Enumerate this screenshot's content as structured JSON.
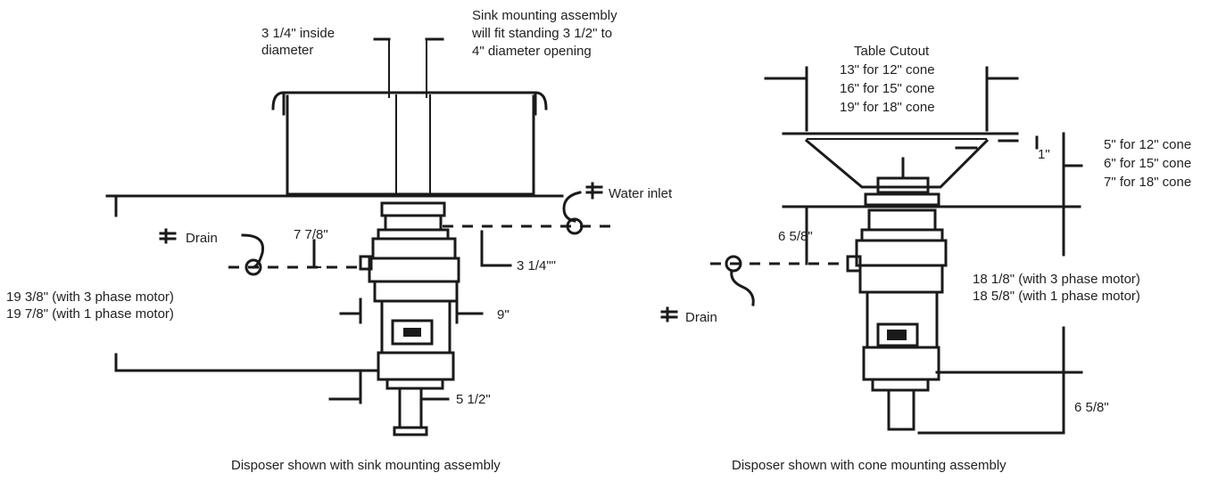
{
  "sink_view": {
    "inside_diameter": "3 1/4\" inside",
    "inside_diameter_2": "diameter",
    "mounting_note_1": "Sink mounting assembly",
    "mounting_note_2": "will fit standing 3 1/2\" to",
    "mounting_note_3": "4\" diameter opening",
    "water_inlet": "Water inlet",
    "drain": "Drain",
    "dim_7_7_8": "7 7/8\"",
    "dim_3_1_4": "3 1/4\"\"",
    "height_3_phase": "19 3/8\" (with 3 phase motor)",
    "height_1_phase": "19 7/8\" (with 1 phase motor)",
    "dim_9": "9\"",
    "dim_5_1_2": "5 1/2\"",
    "caption": "Disposer shown with sink mounting assembly"
  },
  "cone_view": {
    "table_cutout": "Table Cutout",
    "cutout_12": "13\" for 12\" cone",
    "cutout_15": "16\" for 15\" cone",
    "cutout_18": "19\" for 18\" cone",
    "depth_12": "5\" for 12\" cone",
    "depth_15": "6\" for 15\" cone",
    "depth_18": "7\" for 18\" cone",
    "dim_1": "1\"",
    "dim_6_5_8_upper": "6 5/8\"",
    "height_3_phase": "18 1/8\" (with 3 phase motor)",
    "height_1_phase": "18 5/8\" (with 1 phase motor)",
    "drain": "Drain",
    "dim_6_5_8_lower": "6 5/8\"",
    "caption": "Disposer shown with cone mounting assembly"
  },
  "icons": {
    "centerline": "centerline-symbol-icon"
  }
}
